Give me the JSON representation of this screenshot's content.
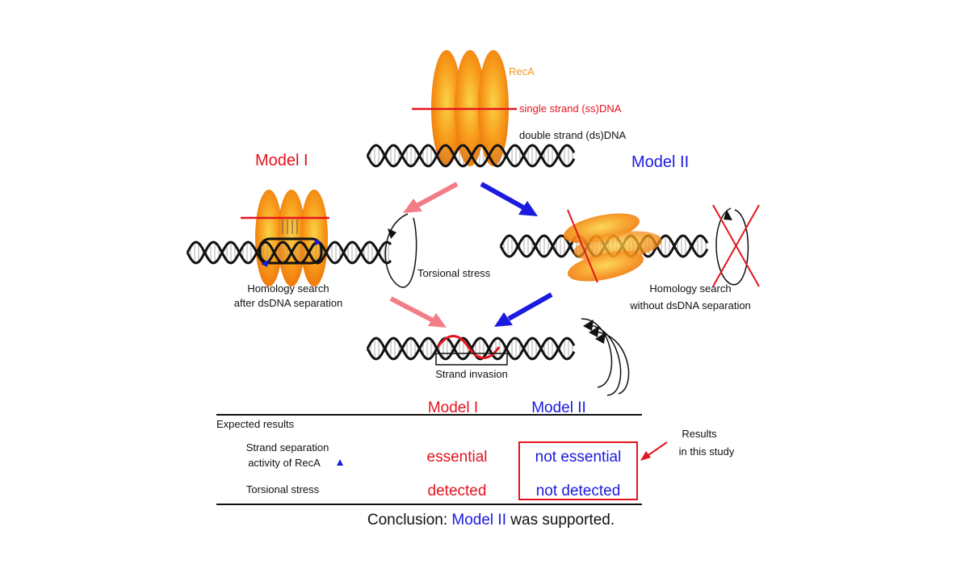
{
  "diagram": {
    "top": {
      "reca": "RecA",
      "ssdna": "single strand (ss)DNA",
      "dsdna": "double strand (ds)DNA"
    },
    "model1": {
      "title": "Model I",
      "caption_line1": "Homology search",
      "caption_line2": "after dsDNA separation"
    },
    "model2": {
      "title": "Model II",
      "caption_line1": "Homology search",
      "caption_line2": "without dsDNA separation"
    },
    "torsional_label": "Torsional stress",
    "strand_invasion_label": "Strand invasion"
  },
  "results_table": {
    "col_model1": "Model I",
    "col_model2": "Model II",
    "section_label": "Expected results",
    "rows": [
      {
        "label_line1": "Strand separation",
        "label_line2": "activity of RecA",
        "model1": "essential",
        "model2": "not essential"
      },
      {
        "label_line1": "Torsional stress",
        "label_line2": "",
        "model1": "detected",
        "model2": "not detected"
      }
    ],
    "annotation_line1": "Results",
    "annotation_line2": "in this study",
    "conclusion_prefix": "Conclusion: ",
    "conclusion_model": "Model II",
    "conclusion_suffix": " was supported."
  },
  "colors": {
    "model1": "#e3141e",
    "model2": "#1a1ae0",
    "reca": "#f7941d",
    "pink_arrow": "#f47c86"
  }
}
